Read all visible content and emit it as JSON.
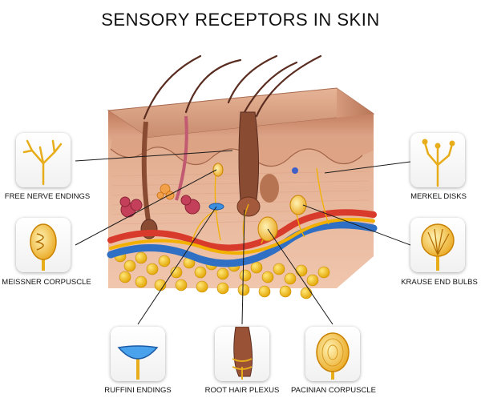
{
  "title": "SENSORY RECEPTORS IN SKIN",
  "labels": {
    "free_nerve_endings": "FREE NERVE ENDINGS",
    "meissner_corpuscle": "MEISSNER CORPUSCLE",
    "ruffini_endings": "RUFFINI ENDINGS",
    "root_hair_plexus": "ROOT HAIR PLEXUS",
    "pacinian_corpuscle": "PACINIAN CORPUSCLE",
    "krause_end_bulbs": "KRAUSE END BULBS",
    "merkel_disks": "MERKEL DISKS"
  },
  "colors": {
    "skin_top": "#d49c7e",
    "dermis": "#e9b79a",
    "nerve": "#f2b100",
    "artery": "#d83a2c",
    "vein": "#2f6fc4",
    "fat": "#f5c431",
    "hair": "#5a2d20"
  }
}
